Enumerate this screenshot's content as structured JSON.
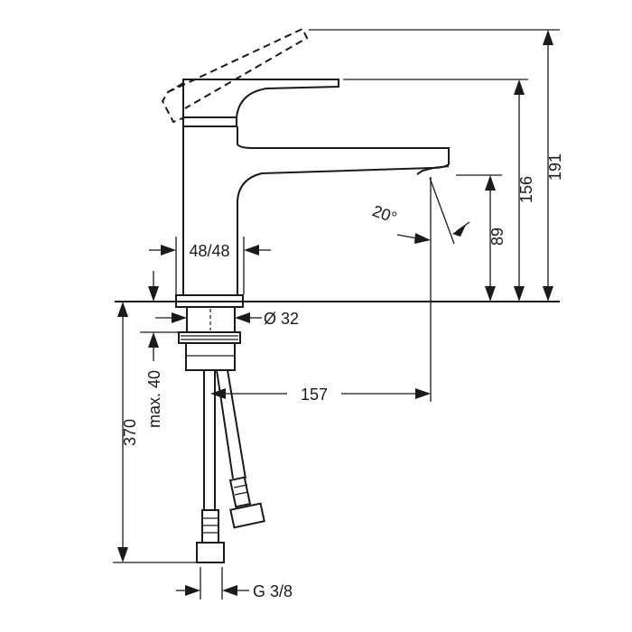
{
  "dimensions": {
    "overall_height": "191",
    "lever_height": "156",
    "spout_height": "89",
    "angle": "20°",
    "reach": "157",
    "base_width": "48/48",
    "shank_diameter": "Ø 32",
    "hose_length": "370",
    "max_deck_thickness": "max. 40",
    "connection_thread": "G 3/8"
  }
}
